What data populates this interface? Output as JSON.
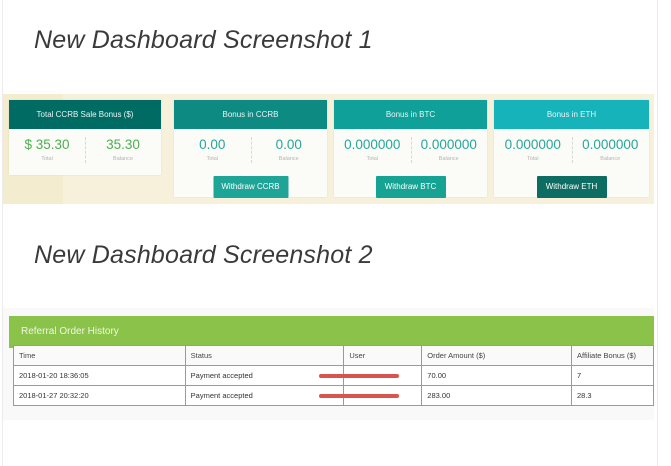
{
  "headings": {
    "first": "New Dashboard Screenshot 1",
    "second": "New Dashboard Screenshot 2"
  },
  "cards": [
    {
      "title": "Total CCRB Sale Bonus ($)",
      "left_value": "$ 35.30",
      "left_label": "Total",
      "right_value": "35.30",
      "right_label": "Balance",
      "button": "",
      "head_color": "#006b63",
      "value_color": "#4caf50"
    },
    {
      "title": "Bonus in CCRB",
      "left_value": "0.00",
      "left_label": "Total",
      "right_value": "0.00",
      "right_label": "Balance",
      "button": "Withdraw CCRB",
      "head_color": "#0d8a82",
      "value_color": "#26a69a"
    },
    {
      "title": "Bonus in BTC",
      "left_value": "0.000000",
      "left_label": "Total",
      "right_value": "0.000000",
      "right_label": "Balance",
      "button": "Withdraw BTC",
      "head_color": "#0fa09a",
      "value_color": "#26a69a"
    },
    {
      "title": "Bonus in ETH",
      "left_value": "0.000000",
      "left_label": "Total",
      "right_value": "0.000000",
      "right_label": "Balance",
      "button": "Withdraw ETH",
      "head_color": "#17b3bb",
      "value_color": "#26a69a"
    }
  ],
  "referral": {
    "title": "Referral Order History",
    "columns": [
      "Time",
      "Status",
      "User",
      "Order Amount ($)",
      "Affiliate Bonus ($)"
    ],
    "rows": [
      {
        "time": "2018-01-20 18:36:05",
        "status": "Payment accepted",
        "amount": "70.00",
        "bonus": "7"
      },
      {
        "time": "2018-01-27 20:32:20",
        "status": "Payment accepted",
        "amount": "283.00",
        "bonus": "28.3"
      }
    ]
  }
}
